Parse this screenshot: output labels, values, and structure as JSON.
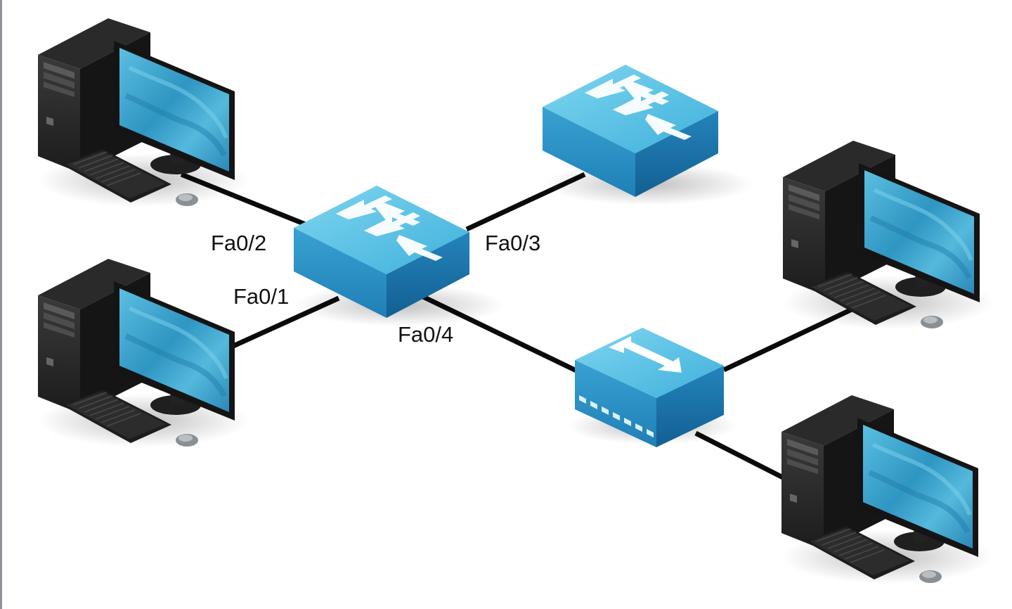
{
  "diagram": {
    "type": "network-topology",
    "nodes": [
      {
        "id": "pc-top-left",
        "kind": "computer"
      },
      {
        "id": "pc-bottom-left",
        "kind": "computer"
      },
      {
        "id": "central-switch",
        "kind": "switch"
      },
      {
        "id": "top-right-switch",
        "kind": "switch"
      },
      {
        "id": "hub",
        "kind": "hub"
      },
      {
        "id": "pc-right-upper",
        "kind": "computer"
      },
      {
        "id": "pc-right-lower",
        "kind": "computer"
      }
    ],
    "links": [
      {
        "from": "pc-top-left",
        "to": "central-switch",
        "port": "Fa0/2"
      },
      {
        "from": "pc-bottom-left",
        "to": "central-switch",
        "port": "Fa0/1"
      },
      {
        "from": "central-switch",
        "to": "top-right-switch",
        "port": "Fa0/3"
      },
      {
        "from": "central-switch",
        "to": "hub",
        "port": "Fa0/4"
      },
      {
        "from": "hub",
        "to": "pc-right-upper",
        "port": ""
      },
      {
        "from": "hub",
        "to": "pc-right-lower",
        "port": ""
      }
    ]
  },
  "labels": {
    "fa0_2": "Fa0/2",
    "fa0_1": "Fa0/1",
    "fa0_3": "Fa0/3",
    "fa0_4": "Fa0/4"
  },
  "colors": {
    "device_top": "#5ec6e6",
    "device_front": "#2b8fc4",
    "device_side": "#1a6fa3",
    "screen": "#3fa7cc",
    "cable": "#0b0b0b",
    "tower": "#1b1b1b"
  }
}
